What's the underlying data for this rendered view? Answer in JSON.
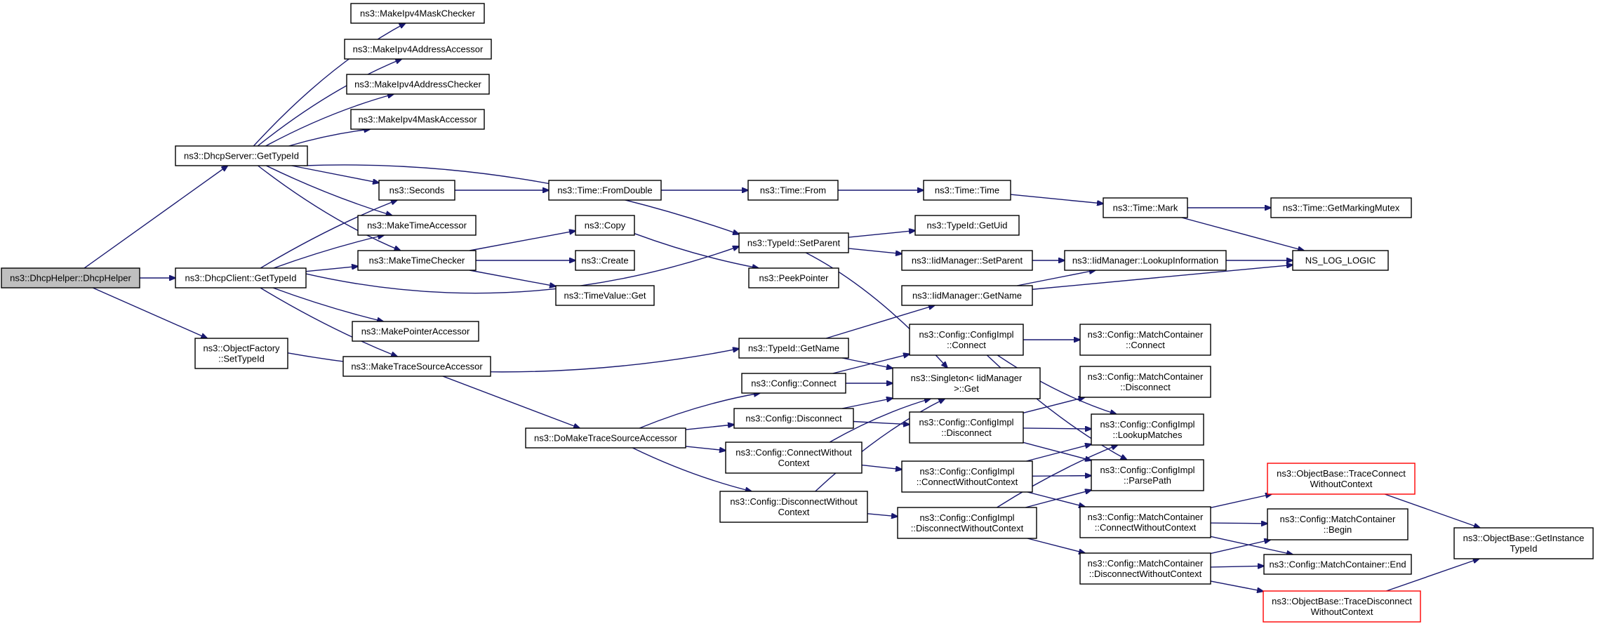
{
  "diagram": {
    "colors": {
      "edge": "#191970",
      "highlight": "#ff0000",
      "root_fill": "#bfbfbf",
      "node_fill": "#ffffff"
    },
    "nodes": [
      {
        "id": "dhcphelper",
        "lines": [
          "ns3::DhcpHelper::DhcpHelper"
        ],
        "root": true
      },
      {
        "id": "srv_gettypeid",
        "lines": [
          "ns3::DhcpServer::GetTypeId"
        ]
      },
      {
        "id": "cli_gettypeid",
        "lines": [
          "ns3::DhcpClient::GetTypeId"
        ]
      },
      {
        "id": "objfactory",
        "lines": [
          "ns3::ObjectFactory",
          "::SetTypeId"
        ]
      },
      {
        "id": "mk_mask_chk",
        "lines": [
          "ns3::MakeIpv4MaskChecker"
        ]
      },
      {
        "id": "mk_addr_acc",
        "lines": [
          "ns3::MakeIpv4AddressAccessor"
        ]
      },
      {
        "id": "mk_addr_chk",
        "lines": [
          "ns3::MakeIpv4AddressChecker"
        ]
      },
      {
        "id": "mk_mask_acc",
        "lines": [
          "ns3::MakeIpv4MaskAccessor"
        ]
      },
      {
        "id": "seconds",
        "lines": [
          "ns3::Seconds"
        ]
      },
      {
        "id": "mk_time_acc",
        "lines": [
          "ns3::MakeTimeAccessor"
        ]
      },
      {
        "id": "mk_time_chk",
        "lines": [
          "ns3::MakeTimeChecker"
        ]
      },
      {
        "id": "mk_ptr_acc",
        "lines": [
          "ns3::MakePointerAccessor"
        ]
      },
      {
        "id": "mk_trace_acc",
        "lines": [
          "ns3::MakeTraceSourceAccessor"
        ]
      },
      {
        "id": "time_fromdouble",
        "lines": [
          "ns3::Time::FromDouble"
        ]
      },
      {
        "id": "copy",
        "lines": [
          "ns3::Copy"
        ]
      },
      {
        "id": "create",
        "lines": [
          "ns3::Create"
        ]
      },
      {
        "id": "timevalue_get",
        "lines": [
          "ns3::TimeValue::Get"
        ]
      },
      {
        "id": "domake_trace",
        "lines": [
          "ns3::DoMakeTraceSourceAccessor"
        ]
      },
      {
        "id": "time_from",
        "lines": [
          "ns3::Time::From"
        ]
      },
      {
        "id": "typeid_setparent",
        "lines": [
          "ns3::TypeId::SetParent"
        ]
      },
      {
        "id": "peekpointer",
        "lines": [
          "ns3::PeekPointer"
        ]
      },
      {
        "id": "typeid_getname",
        "lines": [
          "ns3::TypeId::GetName"
        ]
      },
      {
        "id": "cfg_connect",
        "lines": [
          "ns3::Config::Connect"
        ]
      },
      {
        "id": "cfg_disconnect",
        "lines": [
          "ns3::Config::Disconnect"
        ]
      },
      {
        "id": "cfg_connect_wc",
        "lines": [
          "ns3::Config::ConnectWithout",
          "Context"
        ]
      },
      {
        "id": "cfg_disconnect_wc",
        "lines": [
          "ns3::Config::DisconnectWithout",
          "Context"
        ]
      },
      {
        "id": "time_time",
        "lines": [
          "ns3::Time::Time"
        ]
      },
      {
        "id": "typeid_getuid",
        "lines": [
          "ns3::TypeId::GetUid"
        ]
      },
      {
        "id": "iid_setparent",
        "lines": [
          "ns3::IidManager::SetParent"
        ]
      },
      {
        "id": "iid_getname",
        "lines": [
          "ns3::IidManager::GetName"
        ]
      },
      {
        "id": "ci_connect",
        "lines": [
          "ns3::Config::ConfigImpl",
          "::Connect"
        ]
      },
      {
        "id": "singleton_get",
        "lines": [
          "ns3::Singleton< IidManager",
          ">::Get"
        ]
      },
      {
        "id": "ci_disconnect",
        "lines": [
          "ns3::Config::ConfigImpl",
          "::Disconnect"
        ]
      },
      {
        "id": "ci_connect_wc",
        "lines": [
          "ns3::Config::ConfigImpl",
          "::ConnectWithoutContext"
        ]
      },
      {
        "id": "ci_disconnect_wc",
        "lines": [
          "ns3::Config::ConfigImpl",
          "::DisconnectWithoutContext"
        ]
      },
      {
        "id": "time_mark",
        "lines": [
          "ns3::Time::Mark"
        ]
      },
      {
        "id": "iid_lookupinfo",
        "lines": [
          "ns3::IidManager::LookupInformation"
        ]
      },
      {
        "id": "mc_connect",
        "lines": [
          "ns3::Config::MatchContainer",
          "::Connect"
        ]
      },
      {
        "id": "mc_disconnect",
        "lines": [
          "ns3::Config::MatchContainer",
          "::Disconnect"
        ]
      },
      {
        "id": "ci_lookupmatches",
        "lines": [
          "ns3::Config::ConfigImpl",
          "::LookupMatches"
        ]
      },
      {
        "id": "ci_parsepath",
        "lines": [
          "ns3::Config::ConfigImpl",
          "::ParsePath"
        ]
      },
      {
        "id": "mc_connect_wc",
        "lines": [
          "ns3::Config::MatchContainer",
          "::ConnectWithoutContext"
        ]
      },
      {
        "id": "mc_disconnect_wc",
        "lines": [
          "ns3::Config::MatchContainer",
          "::DisconnectWithoutContext"
        ]
      },
      {
        "id": "time_getmarkingmutex",
        "lines": [
          "ns3::Time::GetMarkingMutex"
        ]
      },
      {
        "id": "ns_log_logic",
        "lines": [
          "NS_LOG_LOGIC"
        ]
      },
      {
        "id": "ob_traceconnect_wc",
        "lines": [
          "ns3::ObjectBase::TraceConnect",
          "WithoutContext"
        ],
        "highlight": true
      },
      {
        "id": "mc_begin",
        "lines": [
          "ns3::Config::MatchContainer",
          "::Begin"
        ]
      },
      {
        "id": "mc_end",
        "lines": [
          "ns3::Config::MatchContainer::End"
        ]
      },
      {
        "id": "ob_tracedisconnect_wc",
        "lines": [
          "ns3::ObjectBase::TraceDisconnect",
          "WithoutContext"
        ],
        "highlight": true
      },
      {
        "id": "ob_getinstancetypeid",
        "lines": [
          "ns3::ObjectBase::GetInstance",
          "TypeId"
        ]
      }
    ]
  }
}
